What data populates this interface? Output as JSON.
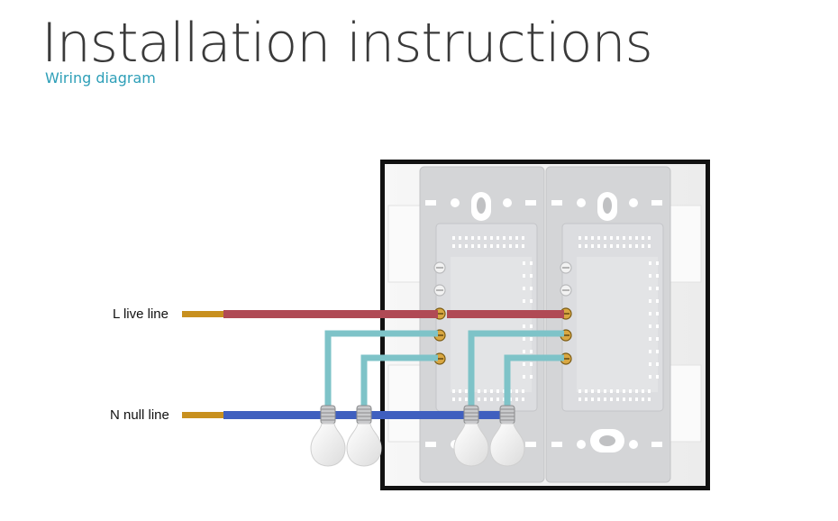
{
  "header": {
    "title": "Installation instructions",
    "subtitle": "Wiring diagram"
  },
  "diagram": {
    "live_label": "L live line",
    "null_label": "N null line",
    "colors": {
      "live_wire": "#b04a55",
      "null_wire": "#3f5fbf",
      "load_wire": "#7ec3c8",
      "copper": "#c8901e",
      "housing": "#d2d3d5",
      "panel_frame": "#111111",
      "bulb": "#f4f4f4"
    },
    "switch_gangs": 2,
    "bulbs": 4
  }
}
